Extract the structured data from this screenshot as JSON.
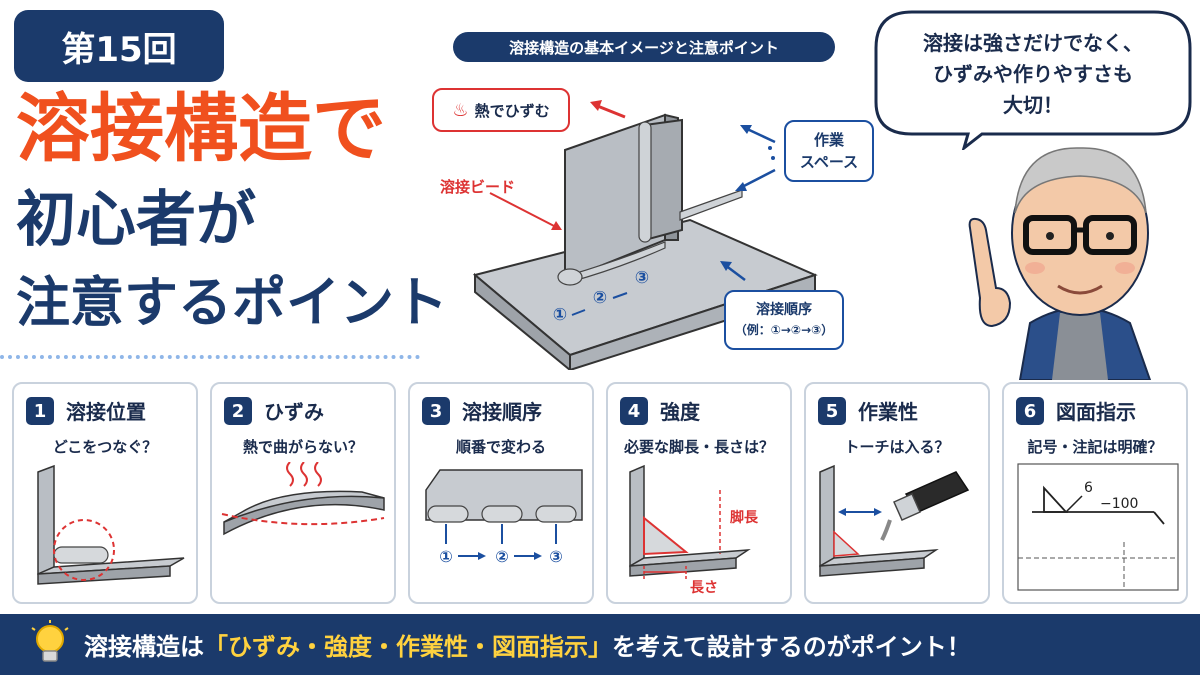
{
  "header": {
    "episode": "第15回",
    "title_line1": "溶接構造で",
    "title_line2": "初心者が",
    "title_line3": "注意するポイント"
  },
  "diagram": {
    "title": "溶接構造の基本イメージと注意ポイント",
    "heat_label": "熱でひずむ",
    "bead_label": "溶接ビード",
    "space_line1": "作業",
    "space_line2": "スペース",
    "order_label": "溶接順序",
    "order_example": "（例：①→②→③）",
    "markers": [
      "①",
      "②",
      "③"
    ]
  },
  "speech": {
    "lines": [
      "溶接は強さだけでなく、",
      "ひずみや作りやすさも",
      "大切！"
    ]
  },
  "cards": [
    {
      "num": "1",
      "title": "溶接位置",
      "subtitle": "どこをつなぐ？"
    },
    {
      "num": "2",
      "title": "ひずみ",
      "subtitle": "熱で曲がらない？"
    },
    {
      "num": "3",
      "title": "溶接順序",
      "subtitle": "順番で変わる",
      "markers": [
        "①",
        "②",
        "③"
      ]
    },
    {
      "num": "4",
      "title": "強度",
      "subtitle": "必要な脚長・長さは？",
      "leg_label": "脚長",
      "length_label": "長さ"
    },
    {
      "num": "5",
      "title": "作業性",
      "subtitle": "トーチは入る？"
    },
    {
      "num": "6",
      "title": "図面指示",
      "subtitle": "記号・注記は明確？",
      "symbol_size": "6",
      "symbol_length": "−100"
    }
  ],
  "footer": {
    "prefix": "溶接構造は",
    "highlight": "「ひずみ・強度・作業性・図面指示」",
    "suffix": "を考えて設計するのがポイント！"
  },
  "colors": {
    "navy": "#1b3a6b",
    "orange": "#f0501e",
    "red": "#d33333",
    "yellow": "#ffd23f",
    "blue": "#1b4fa0"
  }
}
